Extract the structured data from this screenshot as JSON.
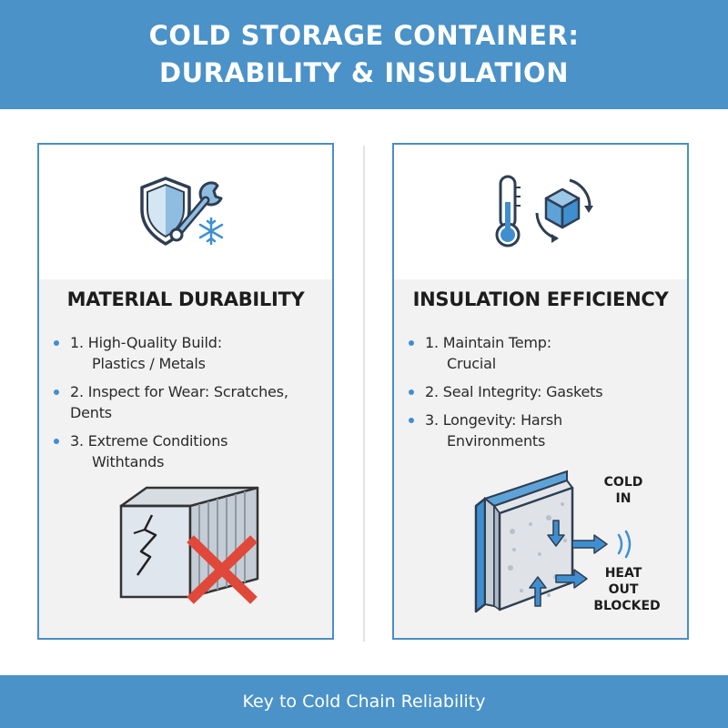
{
  "header": {
    "line1": "COLD STORAGE CONTAINER:",
    "line2": "DURABILITY & INSULATION"
  },
  "panels": {
    "durability": {
      "heading": "MATERIAL DURABILITY",
      "points": [
        {
          "line1": "1. High-Quality Build:",
          "line2": "Plastics / Metals"
        },
        {
          "line1": "2. Inspect for Wear: Scratches, Dents",
          "line2": ""
        },
        {
          "line1": "3. Extreme Conditions",
          "line2": "Withtands"
        }
      ]
    },
    "insulation": {
      "heading": "INSULATION EFFICIENCY",
      "points": [
        {
          "line1": "1. Maintain Temp:",
          "line2": "Crucial"
        },
        {
          "line1": "2. Seal Integrity: Gaskets",
          "line2": ""
        },
        {
          "line1": "3. Longevity: Harsh",
          "line2": "Environments"
        }
      ],
      "diagram": {
        "cold_line1": "COLD",
        "cold_line2": "IN",
        "heat_line1": "HEAT",
        "heat_line2": "OUT",
        "heat_line3": "BLOCKED"
      }
    }
  },
  "footer": {
    "tagline": "Key to Cold Chain Reliability"
  },
  "colors": {
    "header_bg": "#4a92c8",
    "accent_blue": "#3f8fd0",
    "cross_red": "#e0483a"
  },
  "icons": {
    "durability": [
      "shield-icon",
      "wrench-icon",
      "snowflake-icon"
    ],
    "insulation": [
      "thermometer-icon",
      "cube-cycle-icon"
    ]
  }
}
